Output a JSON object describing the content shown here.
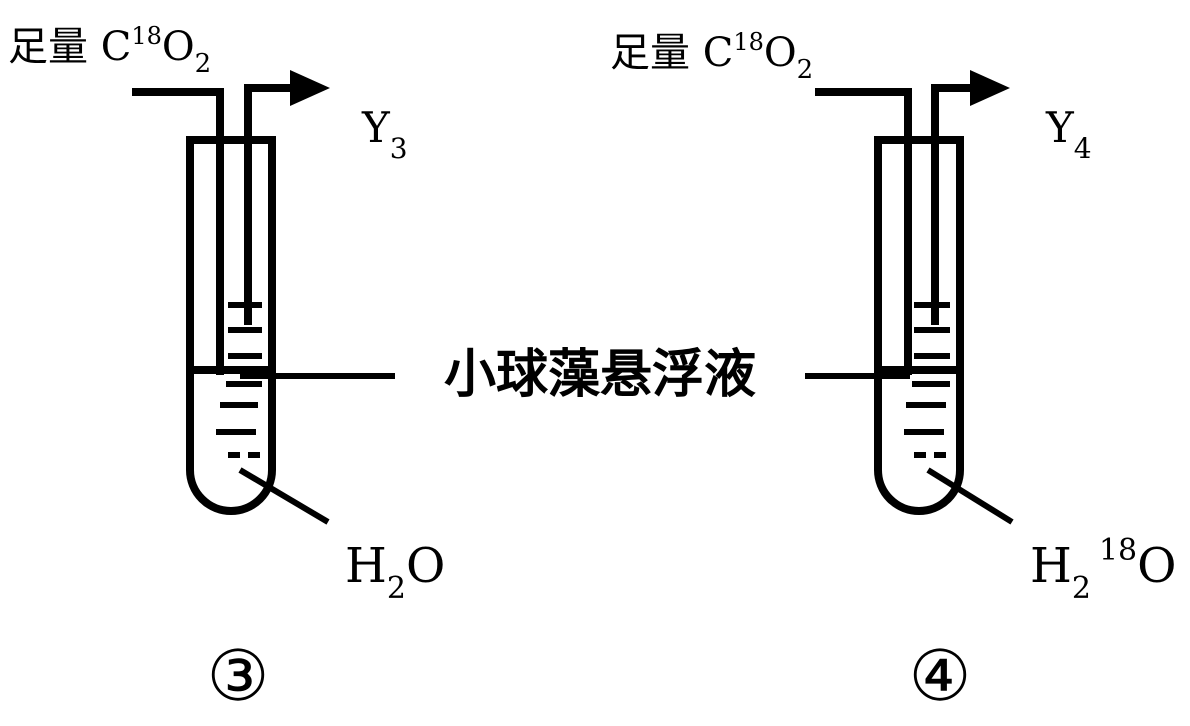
{
  "setups": [
    {
      "gas_label": {
        "prefix": "足量 C",
        "sup": "18",
        "main": "O",
        "sub": "2"
      },
      "product_label": {
        "main": "Y",
        "sub": "3"
      },
      "water_label": {
        "main": "H",
        "sub": "2",
        "sup": "",
        "tail": "O"
      },
      "number": "③"
    },
    {
      "gas_label": {
        "prefix": "足量 C",
        "sup": "18",
        "main": "O",
        "sub": "2"
      },
      "product_label": {
        "main": "Y",
        "sub": "4"
      },
      "water_label": {
        "main": "H",
        "sub": "2",
        "sup": "18",
        "tail": "O"
      },
      "number": "④"
    }
  ],
  "center_label": "小球藻悬浮液"
}
